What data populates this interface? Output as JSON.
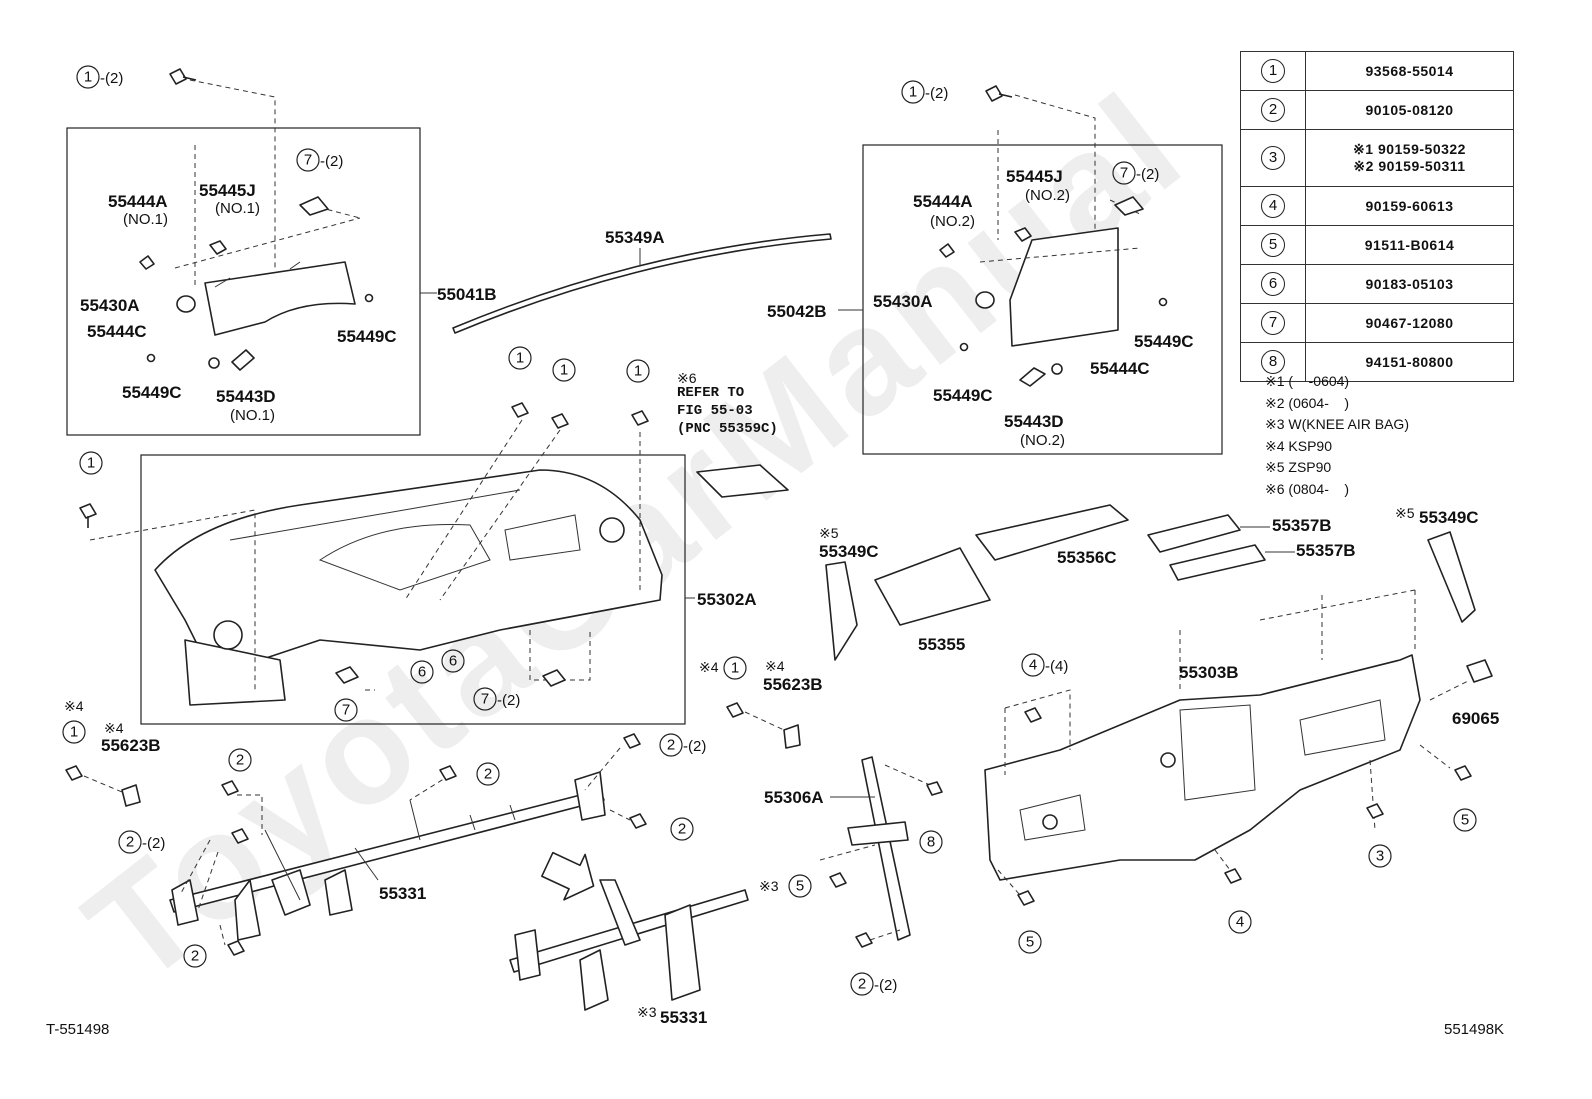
{
  "document_ids": {
    "left": "T-551498",
    "right": "551498K"
  },
  "watermark": "ToyotaCarManual",
  "legend": [
    {
      "num": "1",
      "part": "93568-55014"
    },
    {
      "num": "2",
      "part": "90105-08120"
    },
    {
      "num": "3",
      "part": "※1 90159-50322\n※2 90159-50311"
    },
    {
      "num": "4",
      "part": "90159-60613"
    },
    {
      "num": "5",
      "part": "91511-B0614"
    },
    {
      "num": "6",
      "part": "90183-05103"
    },
    {
      "num": "7",
      "part": "90467-12080"
    },
    {
      "num": "8",
      "part": "94151-80800"
    }
  ],
  "notes": [
    "※1 (    -0604)",
    "※2 (0604-    )",
    "※3 W(KNEE AIR BAG)",
    "※4 KSP90",
    "※5 ZSP90",
    "※6 (0804-    )"
  ],
  "labels": {
    "p55041B": "55041B",
    "p55042B": "55042B",
    "p55349A": "55349A",
    "p55302A": "55302A",
    "p55303B": "55303B",
    "p55331": "55331",
    "p55331b": "55331",
    "p55306A": "55306A",
    "p55355": "55355",
    "p55356C": "55356C",
    "p55357B_1": "55357B",
    "p55357B_2": "55357B",
    "p55349C_1": "55349C",
    "p55349C_2": "55349C",
    "p69065": "69065",
    "p55623B_1": "55623B",
    "p55623B_2": "55623B",
    "p55444A_1": "55444A",
    "p55444A_1n": "(NO.1)",
    "p55445J_1": "55445J",
    "p55445J_1n": "(NO.1)",
    "p55430A_1": "55430A",
    "p55444C_1": "55444C",
    "p55449C_1": "55449C",
    "p55449C_2": "55449C",
    "p55443D_1": "55443D",
    "p55443D_1n": "(NO.1)",
    "p55444A_2": "55444A",
    "p55444A_2n": "(NO.2)",
    "p55445J_2": "55445J",
    "p55445J_2n": "(NO.2)",
    "p55430A_2": "55430A",
    "p55449C_3": "55449C",
    "p55449C_4": "55449C",
    "p55444C_2": "55444C",
    "p55443D_2": "55443D",
    "p55443D_2n": "(NO.2)",
    "ref1": "※6",
    "ref2": "REFER TO",
    "ref3": "FIG 55-03",
    "ref4": "(PNC 55359C)",
    "m5": "※5",
    "m5b": "※5",
    "m4a": "※4",
    "m4b": "※4",
    "m4c": "※4",
    "m4d": "※4",
    "m3a": "※3",
    "m3b": "※3",
    "q2": "-(2)",
    "q4": "-(4)"
  },
  "callouts": [
    "1",
    "2",
    "3",
    "4",
    "5",
    "6",
    "7",
    "8"
  ]
}
